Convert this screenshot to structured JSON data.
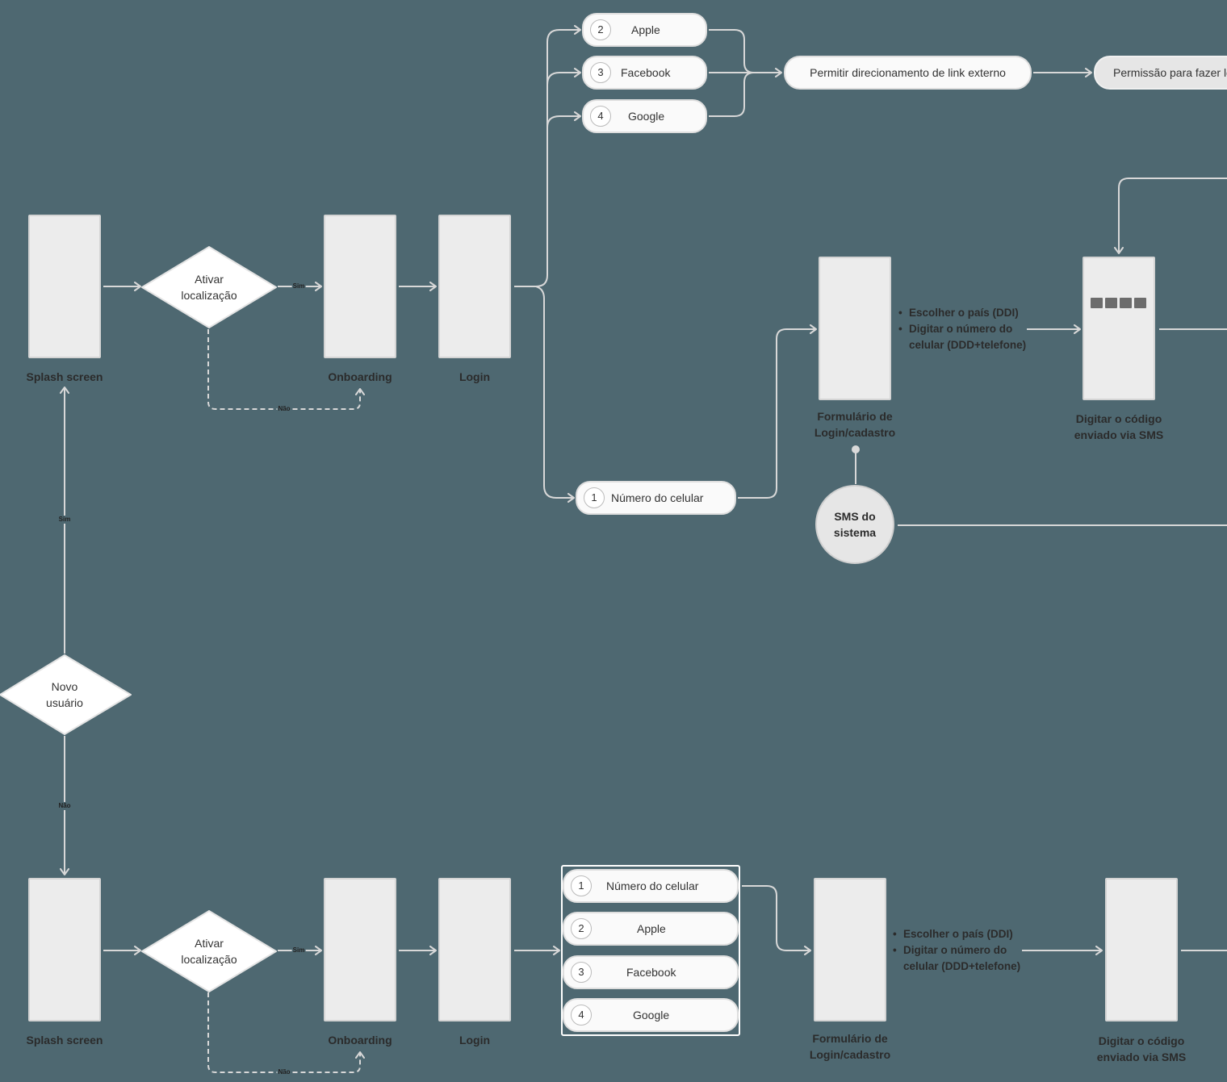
{
  "flows": {
    "top": {
      "splash_label": "Splash screen",
      "decision_location": "Ativar\nlocalização",
      "yes": "Sim",
      "no": "Não",
      "onboarding_label": "Onboarding",
      "login_label": "Login",
      "options": [
        {
          "num": "1",
          "label": "Número do celular"
        },
        {
          "num": "2",
          "label": "Apple"
        },
        {
          "num": "3",
          "label": "Facebook"
        },
        {
          "num": "4",
          "label": "Google"
        }
      ],
      "external_link": "Permitir direcionamento de link externo",
      "permission_login": "Permissão para fazer lo",
      "form_label": "Formulário de\nLogin/cadastro",
      "form_bullets": [
        "Escolher o país (DDI)",
        "Digitar o número do\ncelular (DDD+telefone)"
      ],
      "sms_code_label": "Digitar o código\nenviado via SMS",
      "sms_system": "SMS do\nsistema"
    },
    "decision_new_user": "Novo\nusuário",
    "new_user_yes": "Sim",
    "new_user_no": "Não",
    "bottom": {
      "splash_label": "Splash screen",
      "decision_location": "Ativar\nlocalização",
      "yes": "Sim",
      "no": "Não",
      "onboarding_label": "Onboarding",
      "login_label": "Login",
      "options": [
        {
          "num": "1",
          "label": "Número do celular"
        },
        {
          "num": "2",
          "label": "Apple"
        },
        {
          "num": "3",
          "label": "Facebook"
        },
        {
          "num": "4",
          "label": "Google"
        }
      ],
      "form_label": "Formulário de\nLogin/cadastro",
      "form_bullets": [
        "Escolher o país (DDI)",
        "Digitar o número do\ncelular (DDD+telefone)"
      ],
      "sms_code_label": "Digitar o código\nenviado via SMS"
    }
  },
  "colors": {
    "background": "#4e6871",
    "connector": "#d8d8d8",
    "node_fill": "#ececec"
  }
}
